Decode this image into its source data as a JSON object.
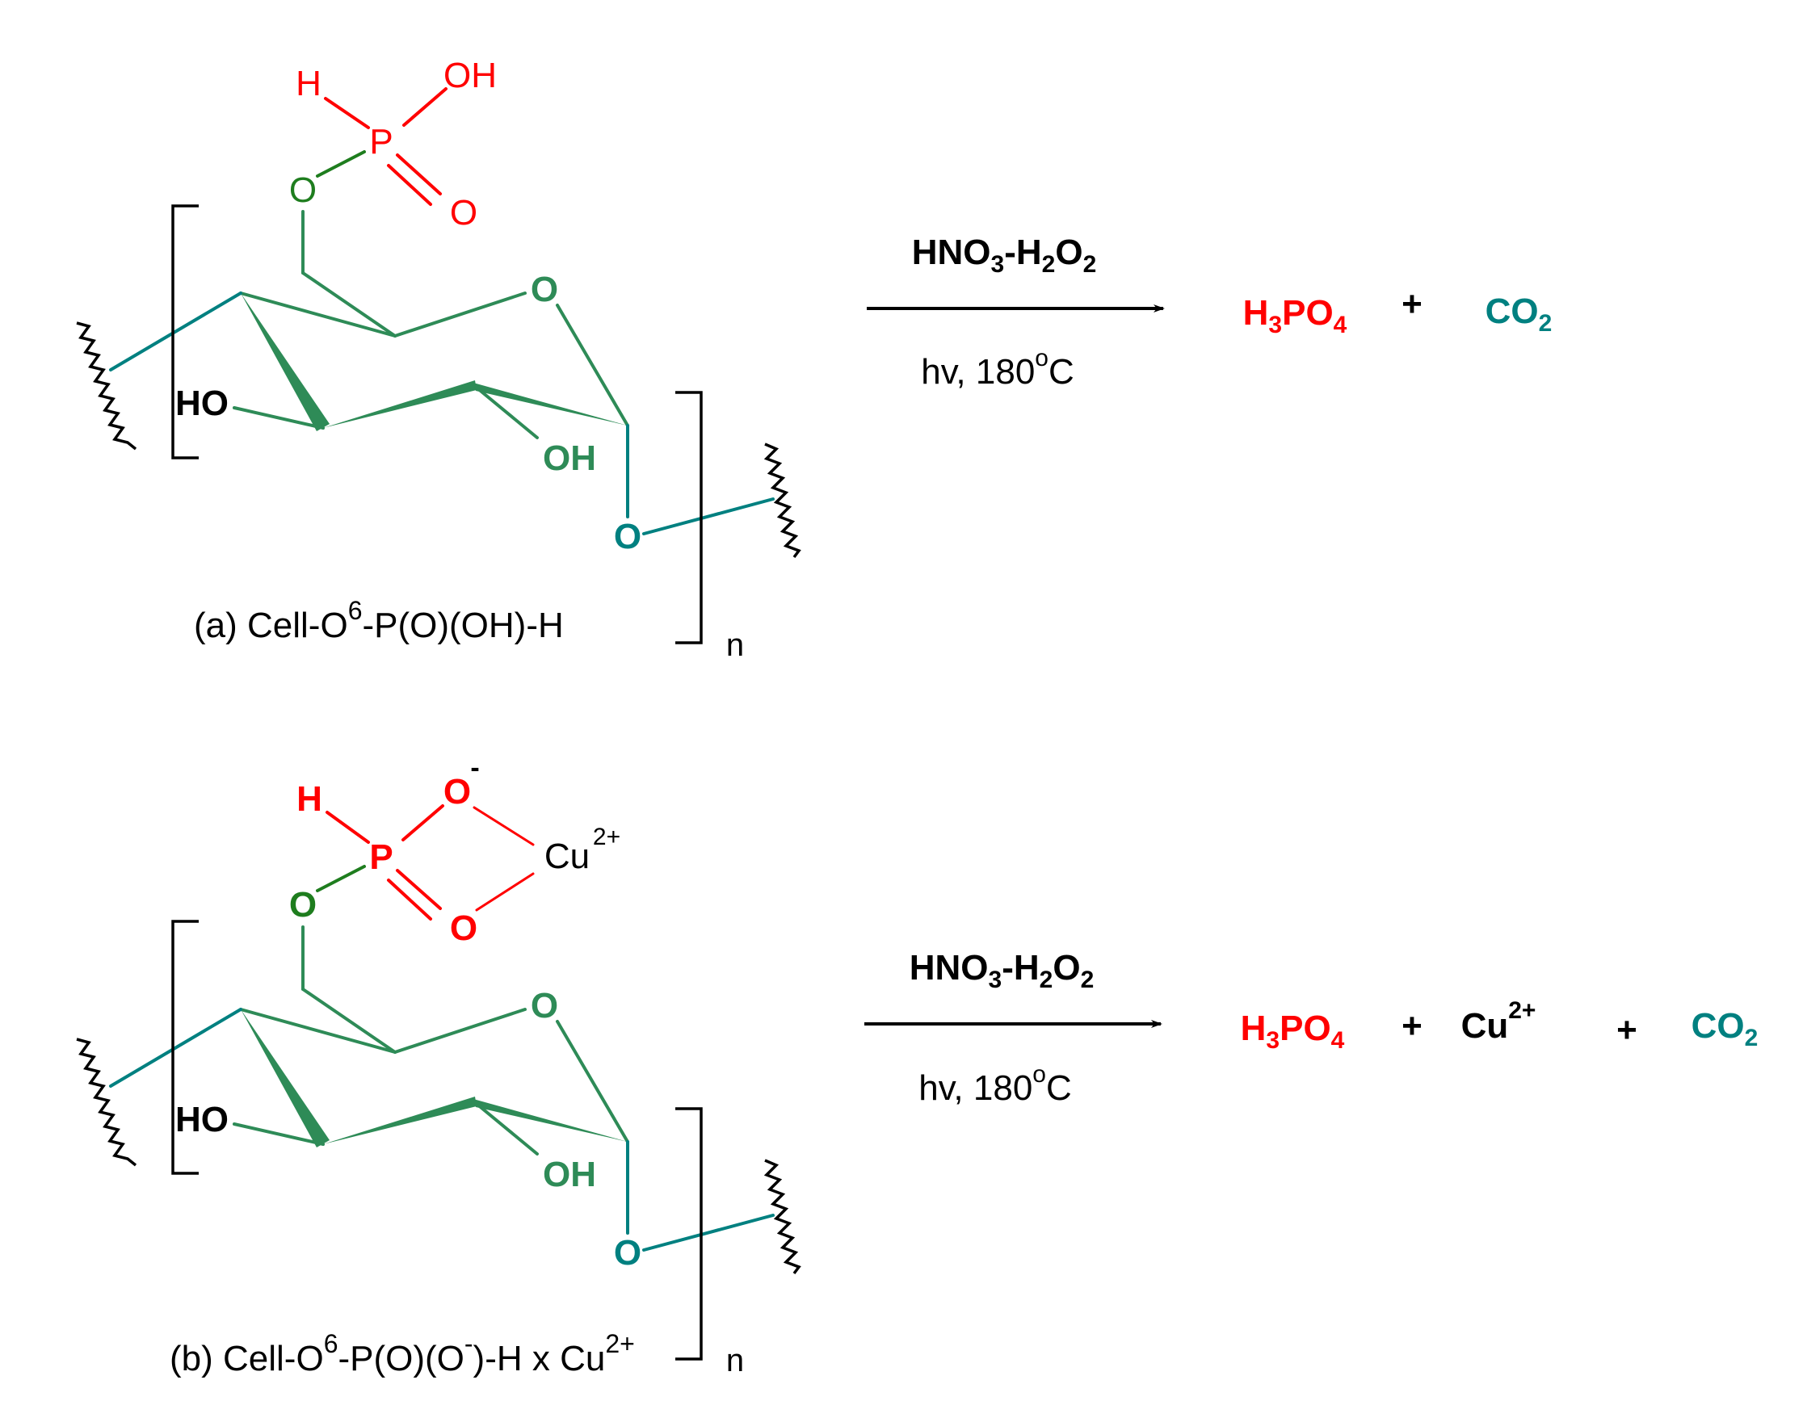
{
  "colors": {
    "red": "#ff0000",
    "green": "#2e8b57",
    "dark_green": "#1e7d1e",
    "teal": "#008080",
    "black": "#000000"
  },
  "panel_a": {
    "atoms": {
      "h": "H",
      "oh_top": "OH",
      "p": "P",
      "o_double": "O",
      "o6": "O",
      "ring_o": "O",
      "ho": "HO",
      "oh_ring": "OH",
      "glyco_o": "O"
    },
    "repeat": "n",
    "caption": {
      "pre": "(a) Cell-O",
      "sup": "6",
      "post": "-P(O)(OH)-H"
    },
    "reagent": {
      "pre": "HNO",
      "sub1": "3",
      "mid": "-H",
      "sub2": "2",
      "mid2": "O",
      "sub3": "2"
    },
    "condition": {
      "pre": "hv, 180",
      "sup": "o",
      "post": "C"
    },
    "products": {
      "h3po4": {
        "a": "H",
        "b": "3",
        "c": "PO",
        "d": "4"
      },
      "plus": "+",
      "co2": {
        "a": "CO",
        "b": "2"
      }
    }
  },
  "panel_b": {
    "atoms": {
      "h": "H",
      "o_minus": "O",
      "minus": "-",
      "p": "P",
      "o_double": "O",
      "o6": "O",
      "cu": "Cu",
      "cu_charge": "2+",
      "ring_o": "O",
      "ho": "HO",
      "oh_ring": "OH",
      "glyco_o": "O"
    },
    "repeat": "n",
    "caption": {
      "pre": "(b) Cell-O",
      "sup": "6",
      "mid": "-P(O)(O",
      "sup2": "-",
      "post": ")-H x Cu",
      "sup3": "2+"
    },
    "reagent": {
      "pre": "HNO",
      "sub1": "3",
      "mid": "-H",
      "sub2": "2",
      "mid2": "O",
      "sub3": "2"
    },
    "condition": {
      "pre": "hv, 180",
      "sup": "o",
      "post": "C"
    },
    "products": {
      "h3po4": {
        "a": "H",
        "b": "3",
        "c": "PO",
        "d": "4"
      },
      "plus1": "+",
      "cu": {
        "a": "Cu",
        "b": "2+"
      },
      "plus2": "+",
      "co2": {
        "a": "CO",
        "b": "2"
      }
    }
  }
}
